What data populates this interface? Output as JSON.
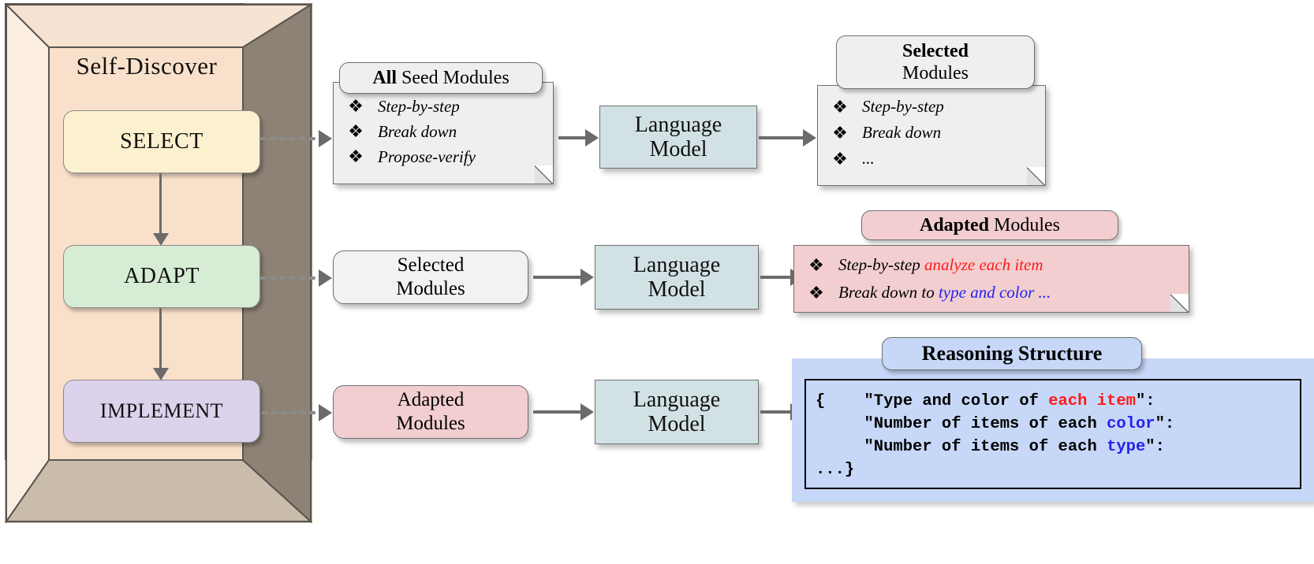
{
  "diagram": {
    "title": "Self-Discover",
    "stages": [
      {
        "id": "select",
        "label": "SELECT"
      },
      {
        "id": "adapt",
        "label": "ADAPT"
      },
      {
        "id": "implement",
        "label": "IMPLEMENT"
      }
    ],
    "language_model": {
      "line1": "Language",
      "line2": "Model"
    },
    "bullet_glyph": "❖",
    "colors": {
      "select": "#fcf1cf",
      "adapt": "#d6ecd5",
      "implement": "#dcd2ec",
      "language_model": "#d2e2e4",
      "note_gray": "#efefef",
      "pink": "#f2ced0",
      "blue": "#c7d7f7",
      "box_wall_right": "#8d8275",
      "box_wall_bottom": "#c9bcab",
      "box_interior": "#f9e0ca",
      "accent_red": "#ff1a1a",
      "accent_blue": "#2222ee"
    },
    "rows": [
      {
        "id": "row-select",
        "input_note": {
          "title_bold": "All",
          "title_rest": " Seed Modules",
          "items": [
            "Step-by-step",
            "Break down",
            "Propose-verify"
          ]
        },
        "output_note": {
          "title_bold": "Selected",
          "title_rest": "Modules",
          "items": [
            "Step-by-step",
            "Break down",
            "..."
          ]
        }
      },
      {
        "id": "row-adapt",
        "input_box": {
          "title_bold": "Selected",
          "title_rest": "Modules"
        },
        "output_note": {
          "title_bold": "Adapted",
          "title_rest": " Modules",
          "items": [
            {
              "plain": "Step-by-step ",
              "red": "analyze each item",
              "blue": ""
            },
            {
              "plain": "Break down to ",
              "red": "",
              "blue": "type and color ..."
            }
          ]
        }
      },
      {
        "id": "row-implement",
        "input_box": {
          "title_bold": "Adapted",
          "title_rest": "Modules"
        },
        "output_structure": {
          "title": "Reasoning Structure",
          "code_lines": [
            {
              "segments": [
                {
                  "t": "{    \"Type and color of ",
                  "c": "plain"
                },
                {
                  "t": "each item",
                  "c": "red"
                },
                {
                  "t": "\":",
                  "c": "plain"
                }
              ]
            },
            {
              "segments": [
                {
                  "t": "     \"Number of items of each ",
                  "c": "plain"
                },
                {
                  "t": "color",
                  "c": "blue"
                },
                {
                  "t": "\":",
                  "c": "plain"
                }
              ]
            },
            {
              "segments": [
                {
                  "t": "     \"Number of items of each ",
                  "c": "plain"
                },
                {
                  "t": "type",
                  "c": "blue"
                },
                {
                  "t": "\":",
                  "c": "plain"
                }
              ]
            },
            {
              "segments": [
                {
                  "t": "...}",
                  "c": "plain"
                }
              ]
            }
          ]
        }
      }
    ]
  }
}
